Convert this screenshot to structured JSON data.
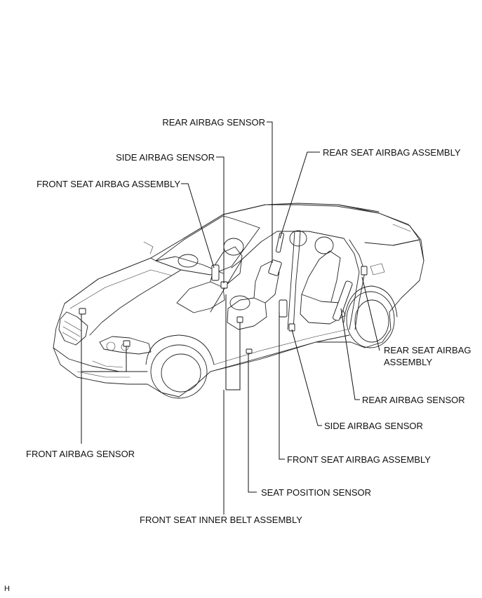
{
  "diagram": {
    "labels": {
      "rear_airbag_sensor_top": "REAR AIRBAG SENSOR",
      "side_airbag_sensor_top": "SIDE AIRBAG SENSOR",
      "front_seat_airbag_assembly_top": "FRONT SEAT AIRBAG ASSEMBLY",
      "rear_seat_airbag_assembly_top": "REAR SEAT AIRBAG ASSEMBLY",
      "rear_seat_airbag_assembly_right_line1": "REAR SEAT AIRBAG",
      "rear_seat_airbag_assembly_right_line2": "ASSEMBLY",
      "rear_airbag_sensor_right": "REAR AIRBAG SENSOR",
      "side_airbag_sensor_right": "SIDE AIRBAG SENSOR",
      "front_seat_airbag_assembly_right": "FRONT SEAT AIRBAG ASSEMBLY",
      "front_airbag_sensor": "FRONT AIRBAG SENSOR",
      "seat_position_sensor": "SEAT POSITION SENSOR",
      "front_seat_inner_belt_assembly": "FRONT SEAT INNER BELT ASSEMBLY"
    },
    "corner_mark": "H"
  }
}
